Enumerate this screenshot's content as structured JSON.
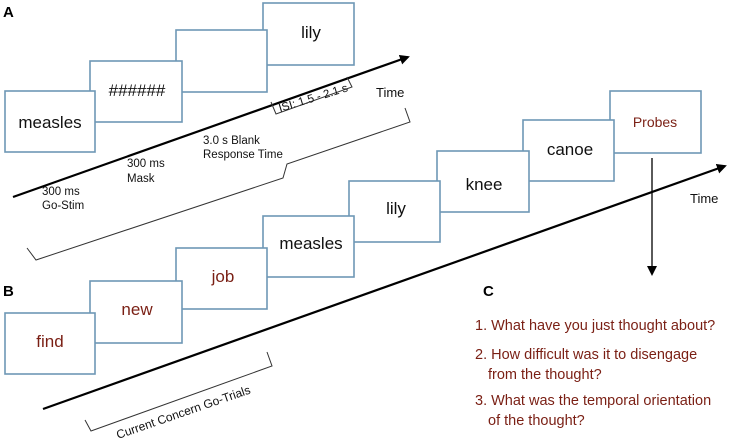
{
  "panels": {
    "a": "A",
    "b": "B",
    "c": "C"
  },
  "time_label": "Time",
  "sequence_a": {
    "word1": "measles",
    "mask_symbols": "######",
    "word2": "lily",
    "go_stim_time": "300 ms",
    "go_stim_label": "Go-Stim",
    "mask_time": "300 ms",
    "mask_label": "Mask",
    "blank_time": "3.0 s Blank",
    "blank_label": "Response Time",
    "isi": "ISI: 1.5 - 2.1 s"
  },
  "sequence_b": {
    "words": [
      "find",
      "new",
      "job",
      "measles",
      "lily",
      "knee",
      "canoe"
    ],
    "probes": "Probes",
    "bracket_label": "Current Concern Go-Trials"
  },
  "questions": [
    {
      "line1": "1. What have you just thought about?",
      "line2": ""
    },
    {
      "line1": "2. How difficult was it to disengage",
      "line2": "from the thought?"
    },
    {
      "line1": "3. What was the temporal orientation",
      "line2": "of the thought?"
    }
  ],
  "colors": {
    "box_stroke": "#6e97b5",
    "word_red": "#7a1f14"
  }
}
